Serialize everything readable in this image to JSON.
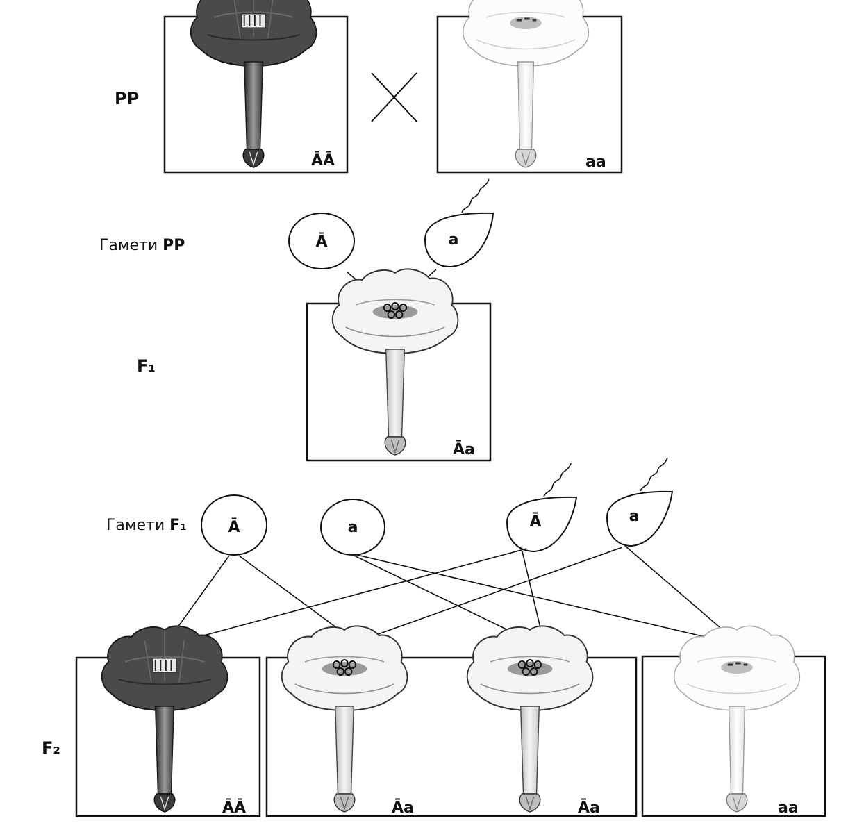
{
  "generations": {
    "parents": "РР",
    "f1": "F₁",
    "f2": "F₂"
  },
  "gamete_labels": {
    "parents": {
      "prefix": "Гамети ",
      "suffix": "РР"
    },
    "f1": {
      "prefix": "Гамети ",
      "suffix": "F₁"
    }
  },
  "parents": [
    {
      "genotype": "ĀĀ",
      "flower": "dark-red-flower-icon"
    },
    {
      "genotype": "aa",
      "flower": "white-flower-icon"
    }
  ],
  "parent_gametes": [
    {
      "allele": "Ā",
      "kind": "egg"
    },
    {
      "allele": "a",
      "kind": "sperm"
    }
  ],
  "f1": {
    "genotype": "Āa",
    "flower": "pink-flower-icon"
  },
  "f1_gametes": [
    {
      "allele": "Ā",
      "kind": "egg"
    },
    {
      "allele": "a",
      "kind": "egg"
    },
    {
      "allele": "Ā",
      "kind": "sperm"
    },
    {
      "allele": "a",
      "kind": "sperm"
    }
  ],
  "f2": [
    {
      "genotype": "ĀĀ",
      "flower": "dark-red-flower-icon"
    },
    {
      "genotype": "Āa",
      "flower": "pink-flower-icon"
    },
    {
      "genotype": "Āa",
      "flower": "pink-flower-icon"
    },
    {
      "genotype": "aa",
      "flower": "white-flower-icon"
    }
  ],
  "colors": {
    "dark_petal": "#4a4a4a",
    "light_petal": "#f4f4f4",
    "white_petal": "#fcfcfc",
    "ink": "#111111"
  }
}
